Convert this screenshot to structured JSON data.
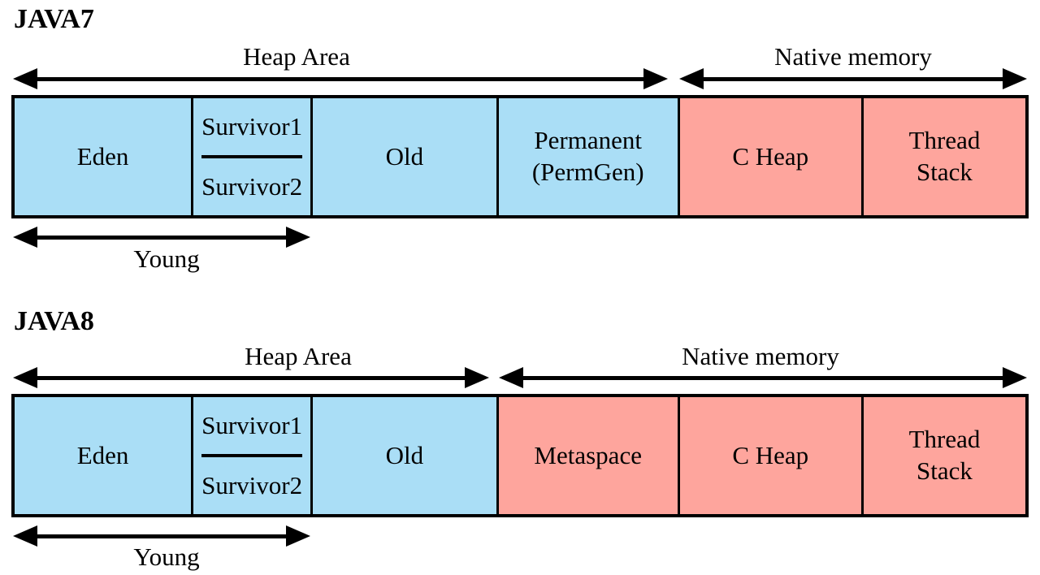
{
  "colors": {
    "heap_fill": "#aadef6",
    "native_fill": "#fea59d",
    "line": "#000000",
    "background": "#ffffff"
  },
  "java7": {
    "title": "JAVA7",
    "heap_area_label": "Heap Area",
    "native_memory_label": "Native memory",
    "young_label": "Young",
    "cells": {
      "eden": "Eden",
      "survivor1": "Survivor1",
      "survivor2": "Survivor2",
      "old": "Old",
      "permanent_line1": "Permanent",
      "permanent_line2": "(PermGen)",
      "c_heap": "C Heap",
      "thread_stack_line1": "Thread",
      "thread_stack_line2": "Stack"
    }
  },
  "java8": {
    "title": "JAVA8",
    "heap_area_label": "Heap Area",
    "native_memory_label": "Native memory",
    "young_label": "Young",
    "cells": {
      "eden": "Eden",
      "survivor1": "Survivor1",
      "survivor2": "Survivor2",
      "old": "Old",
      "metaspace": "Metaspace",
      "c_heap": "C Heap",
      "thread_stack_line1": "Thread",
      "thread_stack_line2": "Stack"
    }
  }
}
